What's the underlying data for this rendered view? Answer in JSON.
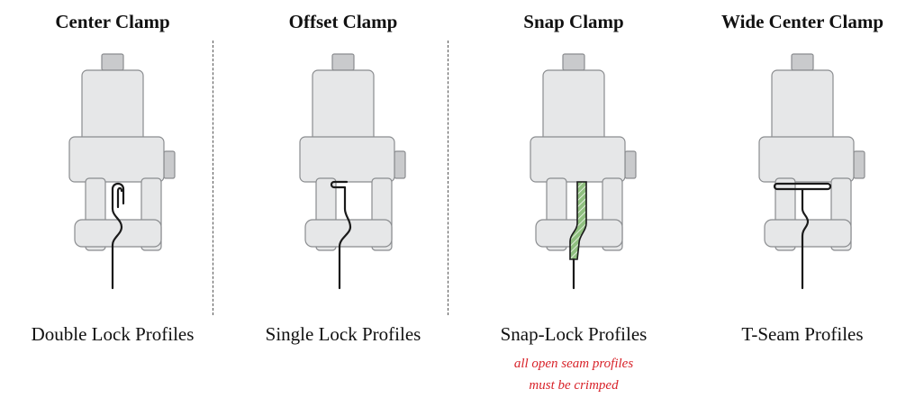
{
  "colors": {
    "clamp_body": "#e6e7e8",
    "clamp_shade": "#c9cacc",
    "clamp_outline": "#8a8c8f",
    "seam_line": "#1a1a1a",
    "snap_fill": "#8fbf7f",
    "note_text": "#d8232a",
    "divider": "#555555"
  },
  "panels": [
    {
      "title": "Center Clamp",
      "caption": "Double Lock Profiles",
      "seam": "double-lock"
    },
    {
      "title": "Offset Clamp",
      "caption": "Single Lock Profiles",
      "seam": "single-lock"
    },
    {
      "title": "Snap Clamp",
      "caption": "Snap-Lock Profiles",
      "seam": "snap-lock",
      "note_lines": [
        "all open seam profiles",
        "must be crimped"
      ]
    },
    {
      "title": "Wide Center Clamp",
      "caption": "T-Seam Profiles",
      "seam": "t-seam"
    }
  ]
}
